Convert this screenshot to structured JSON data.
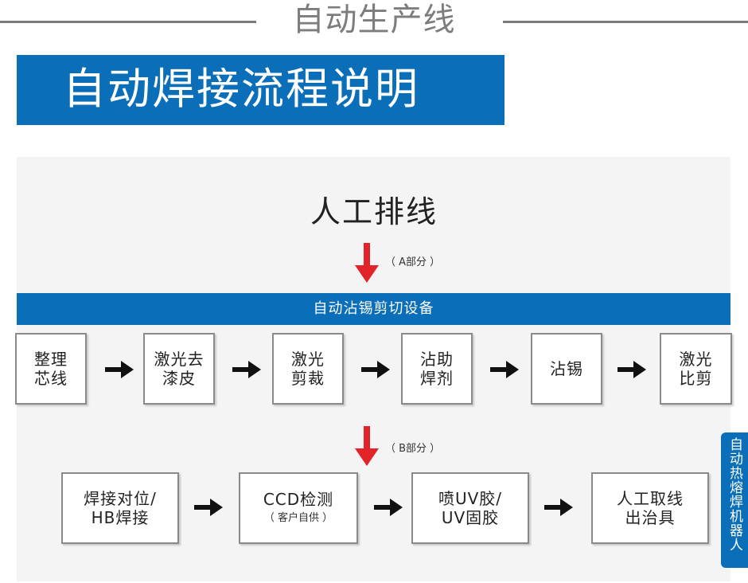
{
  "header": {
    "title": "自动生产线"
  },
  "banner": {
    "title": "自动焊接流程说明"
  },
  "flow": {
    "start": "人工排线",
    "part_a_label": "（ A部分 ）",
    "part_b_label": "（ B部分 ）",
    "equipment_bar": "自动沾锡剪切设备",
    "row_a": [
      {
        "line1": "整理",
        "line2": "芯线"
      },
      {
        "line1": "激光去",
        "line2": "漆皮"
      },
      {
        "line1": "激光",
        "line2": "剪裁"
      },
      {
        "line1": "沾助",
        "line2": "焊剂"
      },
      {
        "line1": "沾锡",
        "line2": ""
      },
      {
        "line1": "激光",
        "line2": "比剪"
      }
    ],
    "row_b": [
      {
        "line1": "焊接对位/",
        "line2": "HB焊接",
        "sub": ""
      },
      {
        "line1": "CCD检测",
        "line2": "",
        "sub": "（ 客户自供 ）"
      },
      {
        "line1": "喷UV胶/",
        "line2": "UV固胶",
        "sub": ""
      },
      {
        "line1": "人工取线",
        "line2": "出治具",
        "sub": ""
      }
    ]
  },
  "side_tab": {
    "label": "自动热熔焊机器人"
  },
  "colors": {
    "accent_blue": "#0a6eb8",
    "arrow_red": "#e3232a",
    "panel_bg": "#f4f4f4"
  }
}
